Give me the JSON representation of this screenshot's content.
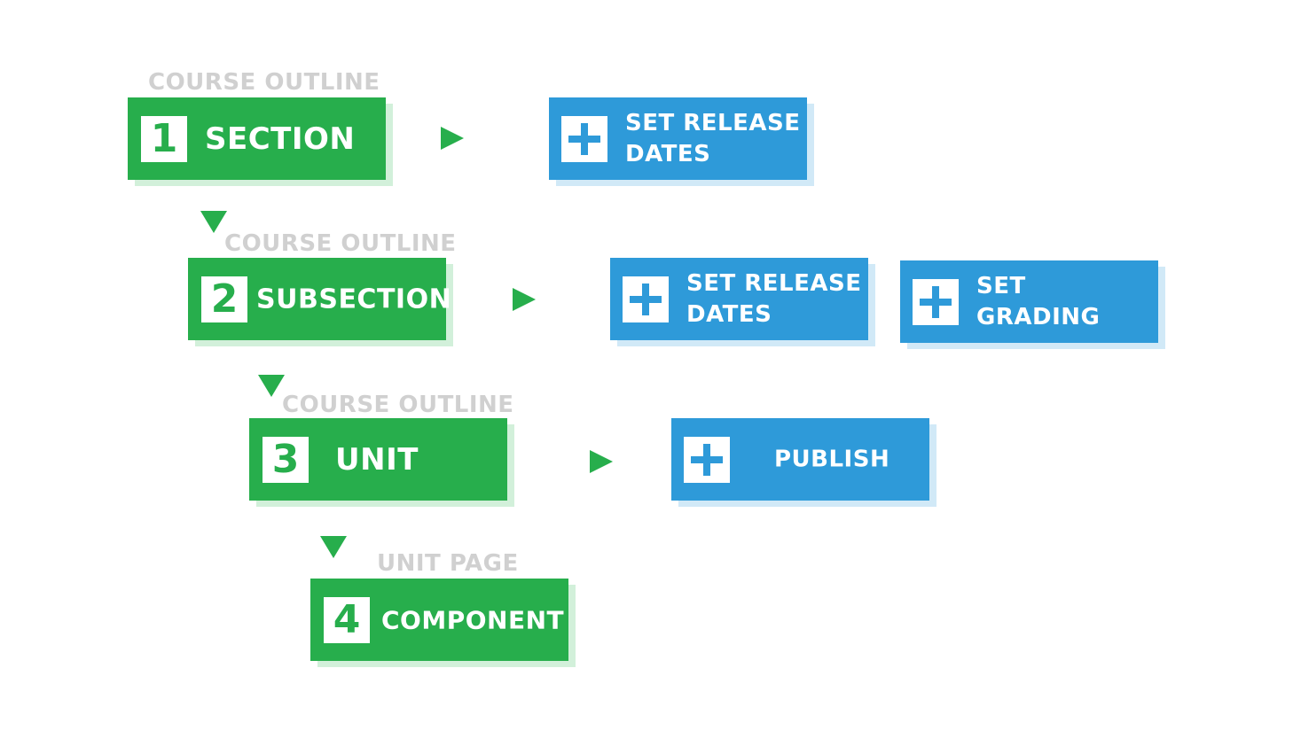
{
  "levels": [
    {
      "caption": "COURSE OUTLINE",
      "number": "1",
      "label": "SECTION",
      "actions": [
        {
          "line1": "SET RELEASE",
          "line2": "DATES",
          "icon": "plus-icon"
        }
      ]
    },
    {
      "caption": "COURSE OUTLINE",
      "number": "2",
      "label": "SUBSECTION",
      "actions": [
        {
          "line1": "SET RELEASE",
          "line2": "DATES",
          "icon": "plus-icon"
        },
        {
          "line1": "SET",
          "line2": "GRADING",
          "icon": "plus-icon"
        }
      ]
    },
    {
      "caption": "COURSE OUTLINE",
      "number": "3",
      "label": "UNIT",
      "actions": [
        {
          "line1": "PUBLISH",
          "icon": "plus-icon"
        }
      ]
    },
    {
      "caption": "UNIT PAGE",
      "number": "4",
      "label": "COMPONENT",
      "actions": []
    }
  ],
  "colors": {
    "green": "#27ae4c",
    "blue": "#2e9ad9",
    "caption_gray": "#d0d0d0"
  }
}
